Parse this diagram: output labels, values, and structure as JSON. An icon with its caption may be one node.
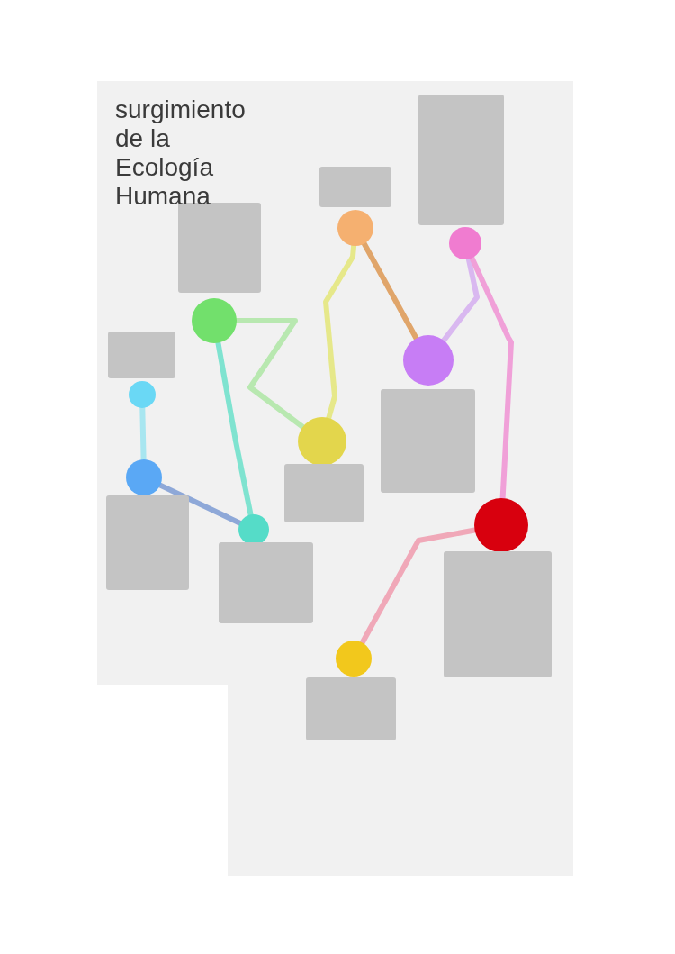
{
  "diagram": {
    "title": "surgimiento de la Ecología Humana",
    "nodes": [
      {
        "text": [],
        "shape": "circle"
      },
      {
        "text": [],
        "shape": "circle"
      },
      {
        "text": [],
        "shape": "circle"
      },
      {
        "text": [],
        "shape": "circle"
      },
      {
        "text": [],
        "shape": "circle"
      },
      {
        "text": [],
        "shape": "circle"
      },
      {
        "text": [],
        "shape": "circle"
      },
      {
        "text": [],
        "shape": "circle"
      },
      {
        "text": [],
        "shape": "circle"
      },
      {
        "text": [],
        "shape": "circle"
      },
      {
        "text": [],
        "shape": "box"
      },
      {
        "text": [],
        "shape": "box"
      },
      {
        "text": [],
        "shape": "box"
      },
      {
        "text": [],
        "shape": "box"
      },
      {
        "text": [],
        "shape": "box"
      },
      {
        "text": [],
        "shape": "box"
      },
      {
        "text": [],
        "shape": "box"
      },
      {
        "text": [],
        "shape": "box"
      },
      {
        "text": [],
        "shape": "box"
      },
      {
        "text": [],
        "shape": "box"
      }
    ],
    "edges": [
      {
        "from": 0,
        "to": 5,
        "arrow": "none",
        "color": "#e6e88a"
      },
      {
        "from": 0,
        "to": 3,
        "arrow": "none",
        "color": "#e0a56a"
      },
      {
        "from": 1,
        "to": 3,
        "arrow": "none",
        "color": "#d9b8f0"
      },
      {
        "from": 1,
        "to": 8,
        "arrow": "none",
        "color": "#f0a0d8"
      },
      {
        "from": 2,
        "to": 5,
        "arrow": "none",
        "color": "#b8e8b0"
      },
      {
        "from": 2,
        "to": 7,
        "arrow": "none",
        "color": "#7fe3d0"
      },
      {
        "from": 4,
        "to": 6,
        "arrow": "none",
        "color": "#a8e6f0"
      },
      {
        "from": 6,
        "to": 7,
        "arrow": "none",
        "color": "#8ea8d8"
      },
      {
        "from": 8,
        "to": 9,
        "arrow": "none",
        "color": "#f0a8b8"
      }
    ]
  }
}
